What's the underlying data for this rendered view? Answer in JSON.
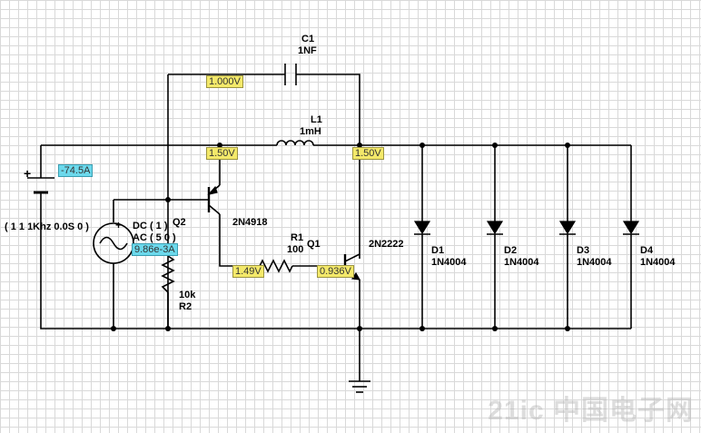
{
  "components": {
    "c1": {
      "name": "C1",
      "value": "1NF"
    },
    "l1": {
      "name": "L1",
      "value": "1mH"
    },
    "r1": {
      "name": "R1",
      "value": "100"
    },
    "r2": {
      "name": "R2",
      "value": "10k"
    },
    "q1": {
      "name": "Q1",
      "part": "2N2222"
    },
    "q2": {
      "name": "Q2",
      "part": "2N4918"
    },
    "d1": {
      "name": "D1",
      "part": "1N4004"
    },
    "d2": {
      "name": "D2",
      "part": "1N4004"
    },
    "d3": {
      "name": "D3",
      "part": "1N4004"
    },
    "d4": {
      "name": "D4",
      "part": "1N4004"
    },
    "battery": {
      "plus": "+"
    },
    "source": {
      "plus": "+",
      "dc": "DC ( 1 )",
      "ac": "AC ( 5 0 )",
      "params": "( 1 1 1Khz 0.0S 0 )"
    }
  },
  "probes": {
    "v_c1": "1.000V",
    "v_l1_left": "1.50V",
    "v_l1_right": "1.50V",
    "v_r1": "1.49V",
    "v_q1_base": "0.936V",
    "i_battery": "-74.5A",
    "i_source": "9.86e-3A"
  },
  "watermark": "21ic 中国电子网"
}
